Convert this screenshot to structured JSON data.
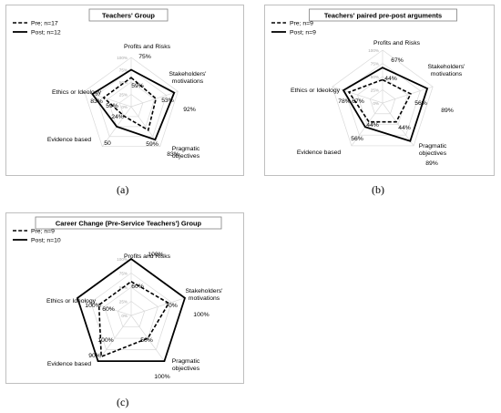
{
  "chart_data": [
    {
      "type": "radar",
      "panel_label": "(a)",
      "title": "Teachers' Group",
      "axes": [
        "Profits and Risks",
        "Stakeholders' motivations",
        "Pragmatic objectives",
        "Evidence based",
        "Ethics or Ideology"
      ],
      "axis_label_lines": [
        [
          "Profits and Risks"
        ],
        [
          "Stakeholders'",
          "motivations"
        ],
        [
          "Pragmatic",
          "objectives"
        ],
        [
          "Evidence based"
        ],
        [
          "Ethics or Ideology"
        ]
      ],
      "tick_labels": [
        "0%",
        "25%",
        "50%",
        "75%",
        "100%"
      ],
      "rlim": [
        0,
        100
      ],
      "series": [
        {
          "name": "Pre; n=17",
          "values": [
            59,
            53,
            59,
            24,
            59
          ],
          "labels": [
            "59%",
            "53%",
            "59%",
            "24%",
            "59%"
          ]
        },
        {
          "name": "Post; n=12",
          "values": [
            75,
            92,
            83,
            50,
            83
          ],
          "labels": [
            "75%",
            "92%",
            "83%",
            "50",
            "83%"
          ]
        }
      ],
      "legend_position": "top-left"
    },
    {
      "type": "radar",
      "panel_label": "(b)",
      "title": "Teachers' paired pre-post arguments",
      "axes": [
        "Profits and Risks",
        "Stakeholders' motivations",
        "Pragmatic objectives",
        "Evidence based",
        "Ethics or Ideology"
      ],
      "axis_label_lines": [
        [
          "Profits and Risks"
        ],
        [
          "Stakeholders'",
          "motivations"
        ],
        [
          "Pragmatic",
          "objectives"
        ],
        [
          "Evidence based"
        ],
        [
          "Ethics or Ideology"
        ]
      ],
      "tick_labels": [
        "0%",
        "25%",
        "50%",
        "75%",
        "100%"
      ],
      "rlim": [
        0,
        100
      ],
      "series": [
        {
          "name": "Pre; n=9",
          "values": [
            44,
            56,
            44,
            44,
            67
          ],
          "labels": [
            "44%",
            "56%",
            "44%",
            "44%",
            "67%"
          ]
        },
        {
          "name": "Post; n=9",
          "values": [
            67,
            89,
            89,
            56,
            78
          ],
          "labels": [
            "67%",
            "89%",
            "89%",
            "56%",
            "78%"
          ]
        }
      ],
      "legend_position": "top-left"
    },
    {
      "type": "radar",
      "panel_label": "(c)",
      "title": "Career Change (Pre-Service Teachers') Group",
      "axes": [
        "Profits and Risks",
        "Stakeholders' motivations",
        "Pragmatic objectives",
        "Evidence based",
        "Ethics or Ideology"
      ],
      "axis_label_lines": [
        [
          "Profits and Risks"
        ],
        [
          "Stakeholders'",
          "motivations"
        ],
        [
          "Pragmatic",
          "objectives"
        ],
        [
          "Evidence based"
        ],
        [
          "Ethics or Ideology"
        ]
      ],
      "tick_labels": [
        "0%",
        "25%",
        "50%",
        "75%",
        "100%"
      ],
      "rlim": [
        0,
        100
      ],
      "series": [
        {
          "name": "Pre; n=9",
          "values": [
            60,
            70,
            50,
            90,
            60
          ],
          "labels": [
            "60%",
            "70%",
            "50%",
            "90%",
            "60%"
          ]
        },
        {
          "name": "Post; n=10",
          "values": [
            100,
            100,
            100,
            100,
            100
          ],
          "labels": [
            "100%",
            "100%",
            "100%",
            "100%",
            "100%"
          ]
        }
      ],
      "legend_position": "top-left"
    }
  ]
}
